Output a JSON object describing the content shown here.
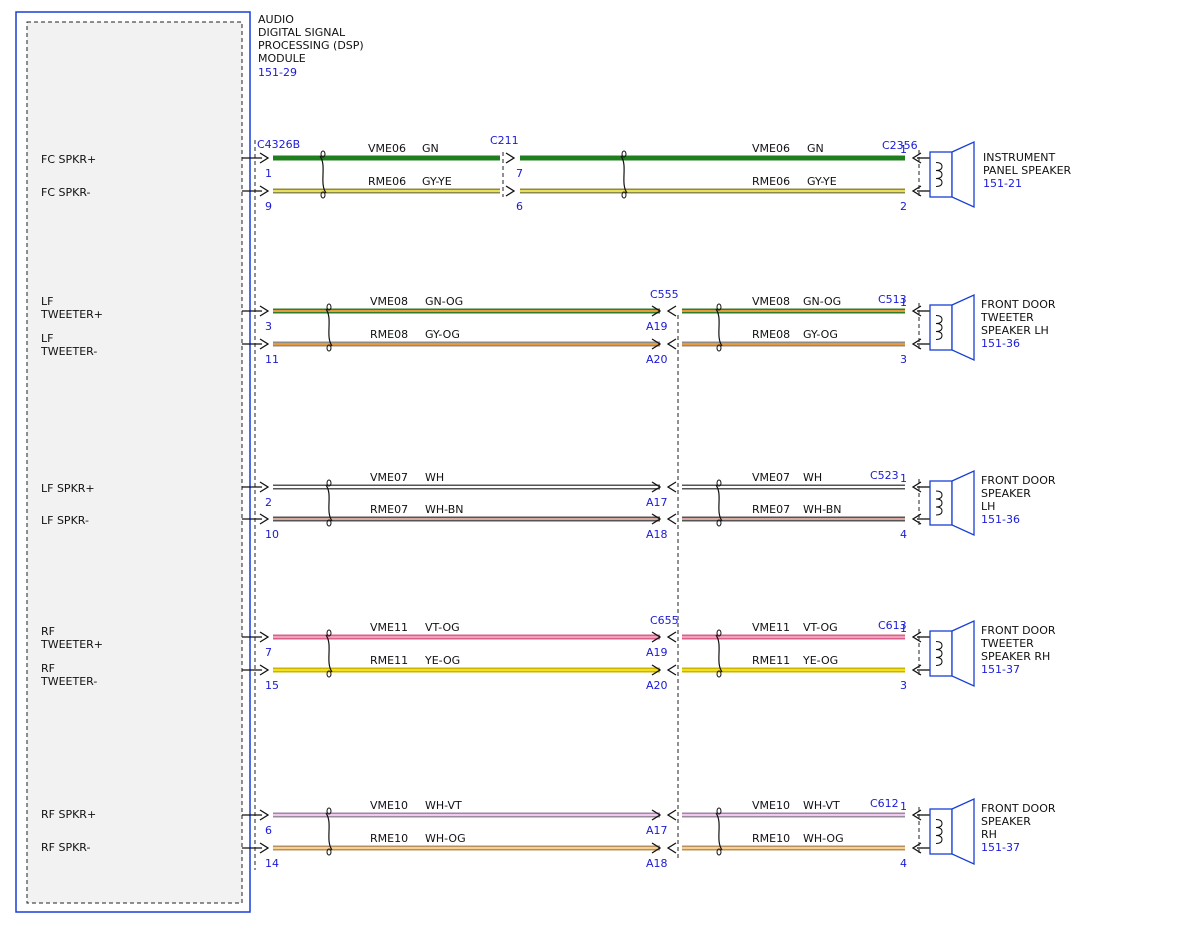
{
  "module": {
    "name_lines": [
      "AUDIO",
      "DIGITAL SIGNAL",
      "PROCESSING (DSP)",
      "MODULE"
    ],
    "ref": "151-29"
  },
  "colors": {
    "module_border": "#1a3fd6",
    "blue_text": "#1a1ad6",
    "GN": "#1f7f1f",
    "GN_OG": "#2e8b2e",
    "GY_YE": "#8c8a4a",
    "GY_OG": "#9a7c5a",
    "WH": "#ffffff",
    "WH_BN": "#d8b0b0",
    "VT_OG": "#e87fa0",
    "YE_OG": "#e5d21a",
    "WH_VT": "#e3b8e8",
    "WH_OG": "#e8c07a"
  },
  "circuits": [
    {
      "id": "fc",
      "pins": [
        {
          "label": "FC SPKR+",
          "module_pin": "1",
          "wire1": "VME06",
          "color1": "GN",
          "wire2": "VME06",
          "color2": "GN",
          "mid_left_pin": "7",
          "speaker_pin": "1",
          "stroke": "#1f7f1f",
          "inner": ""
        },
        {
          "label": "FC SPKR-",
          "module_pin": "9",
          "wire1": "RME06",
          "color1": "GY-YE",
          "wire2": "RME06",
          "color2": "GY-YE",
          "mid_left_pin": "6",
          "speaker_pin": "2",
          "stroke": "#8c8a4a",
          "inner": "#e6e05a"
        }
      ],
      "module_connector": "C4326B",
      "mid_connector": "C211",
      "speaker_connector": "C2356",
      "speaker_lines": [
        "INSTRUMENT",
        "PANEL SPEAKER"
      ],
      "speaker_ref": "151-21"
    },
    {
      "id": "lft",
      "pins": [
        {
          "label_lines": [
            "LF",
            "TWEETER+"
          ],
          "module_pin": "3",
          "wire1": "VME08",
          "color1": "GN-OG",
          "wire2": "VME08",
          "color2": "GN-OG",
          "mid_pin": "A19",
          "speaker_pin": "1",
          "stroke": "#2e7d2e",
          "inner": "#e89a3a"
        },
        {
          "label_lines": [
            "LF",
            "TWEETER-"
          ],
          "module_pin": "11",
          "wire1": "RME08",
          "color1": "GY-OG",
          "wire2": "RME08",
          "color2": "GY-OG",
          "mid_pin": "A20",
          "speaker_pin": "3",
          "stroke": "#8f8a84",
          "inner": "#e89a3a"
        }
      ],
      "mid_connector": "C555",
      "speaker_connector": "C513",
      "speaker_lines": [
        "FRONT DOOR",
        "TWEETER",
        "SPEAKER LH"
      ],
      "speaker_ref": "151-36"
    },
    {
      "id": "lf",
      "pins": [
        {
          "label": "LF SPKR+",
          "module_pin": "2",
          "wire1": "VME07",
          "color1": "WH",
          "wire2": "VME07",
          "color2": "WH",
          "mid_pin": "A17",
          "speaker_pin": "1",
          "stroke": "#555555",
          "inner": "#ffffff"
        },
        {
          "label": "LF SPKR-",
          "module_pin": "10",
          "wire1": "RME07",
          "color1": "WH-BN",
          "wire2": "RME07",
          "color2": "WH-BN",
          "mid_pin": "A18",
          "speaker_pin": "4",
          "stroke": "#555555",
          "inner": "#d7a9a0"
        }
      ],
      "speaker_connector": "C523",
      "speaker_lines": [
        "FRONT DOOR",
        "SPEAKER",
        "LH"
      ],
      "speaker_ref": "151-36"
    },
    {
      "id": "rft",
      "pins": [
        {
          "label_lines": [
            "RF",
            "TWEETER+"
          ],
          "module_pin": "7",
          "wire1": "VME11",
          "color1": "VT-OG",
          "wire2": "VME11",
          "color2": "VT-OG",
          "mid_pin": "A19",
          "speaker_pin": "1",
          "stroke": "#d8608a",
          "inner": "#f2a0bc"
        },
        {
          "label_lines": [
            "RF",
            "TWEETER-"
          ],
          "module_pin": "15",
          "wire1": "RME11",
          "color1": "YE-OG",
          "wire2": "RME11",
          "color2": "YE-OG",
          "mid_pin": "A20",
          "speaker_pin": "3",
          "stroke": "#c9b400",
          "inner": "#f2df20"
        }
      ],
      "mid_connector": "C655",
      "speaker_connector": "C613",
      "speaker_lines": [
        "FRONT DOOR",
        "TWEETER",
        "SPEAKER RH"
      ],
      "speaker_ref": "151-37"
    },
    {
      "id": "rf",
      "pins": [
        {
          "label": "RF SPKR+",
          "module_pin": "6",
          "wire1": "VME10",
          "color1": "WH-VT",
          "wire2": "VME10",
          "color2": "WH-VT",
          "mid_pin": "A17",
          "speaker_pin": "1",
          "stroke": "#9a8aa0",
          "inner": "#f0c8f0"
        },
        {
          "label": "RF SPKR-",
          "module_pin": "14",
          "wire1": "RME10",
          "color1": "WH-OG",
          "wire2": "RME10",
          "color2": "WH-OG",
          "mid_pin": "A18",
          "speaker_pin": "4",
          "stroke": "#b89060",
          "inner": "#f5d090"
        }
      ],
      "speaker_connector": "C612",
      "speaker_lines": [
        "FRONT DOOR",
        "SPEAKER",
        "RH"
      ],
      "speaker_ref": "151-37"
    }
  ]
}
